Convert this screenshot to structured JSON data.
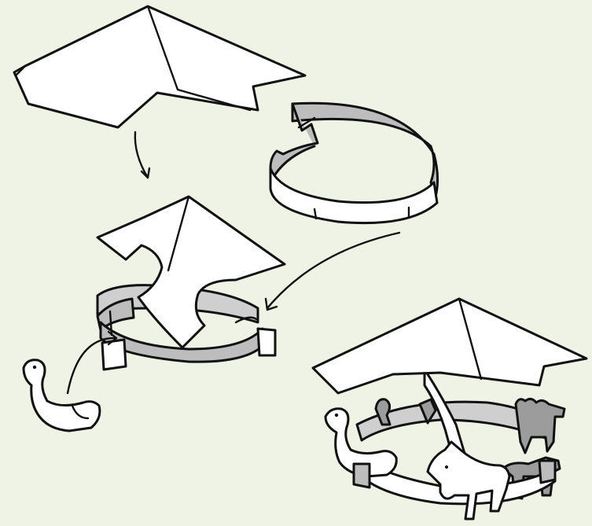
{
  "colors": {
    "background": "#eef3e5",
    "paper": "#ffffff",
    "band_shade": "#bdbdbd",
    "band_inner": "#cfcfcf",
    "ink": "#111111",
    "animal_grey": "#9c9c9c"
  },
  "steps": [
    {
      "id": "roof-piece",
      "icon": "folded-roof"
    },
    {
      "id": "band-piece",
      "icon": "paper-ring"
    },
    {
      "id": "assembly",
      "icon": "roof-on-ring"
    },
    {
      "id": "finished",
      "icon": "carousel-with-animals"
    }
  ],
  "animals": [
    "goose",
    "horse",
    "camel",
    "dog"
  ]
}
